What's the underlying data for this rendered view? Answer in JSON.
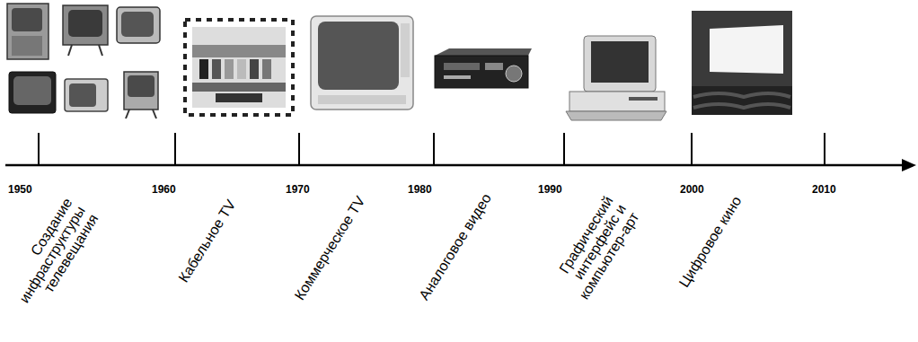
{
  "diagram": {
    "labels": [
      "1950",
      "1960",
      "1970",
      "1980",
      "1990",
      "2000",
      "2010",
      "Создание инфраструктуры телевещания",
      "Кабельное TV",
      "Коммерческое TV",
      "Аналоговое видео",
      "Графический интерфейс и компьютер-арт",
      "Цифровое кино"
    ]
  }
}
